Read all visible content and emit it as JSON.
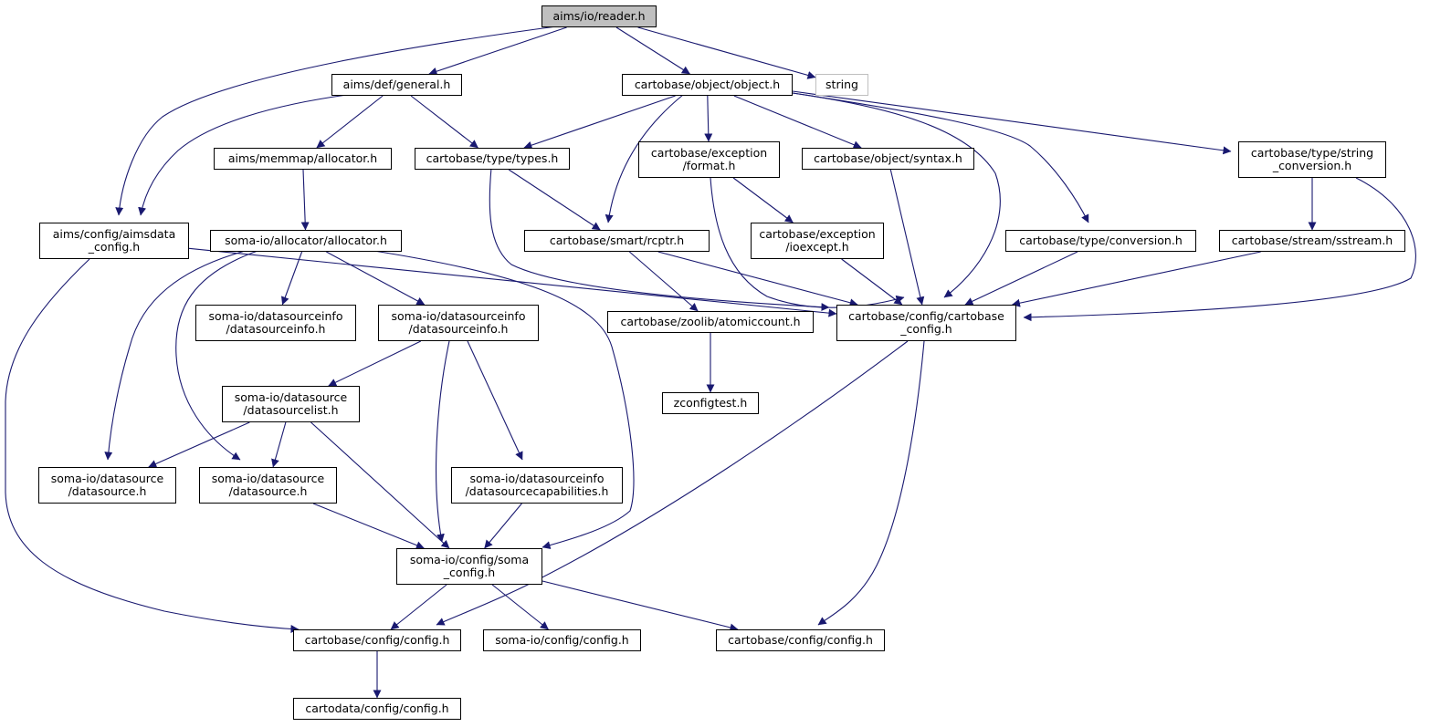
{
  "edge_color": "#191970",
  "root_fill": "#bfbfbf",
  "external_border": "#bfbfbf",
  "nodes": [
    {
      "id": "reader",
      "label": "aims/io/reader.h",
      "role": "root"
    },
    {
      "id": "general",
      "label": "aims/def/general.h"
    },
    {
      "id": "object",
      "label": "cartobase/object/object.h"
    },
    {
      "id": "string",
      "label": "string",
      "role": "external"
    },
    {
      "id": "allocator_mm",
      "label": "aims/memmap/allocator.h"
    },
    {
      "id": "types",
      "label": "cartobase/type/types.h"
    },
    {
      "id": "format",
      "label": "cartobase/exception\n/format.h"
    },
    {
      "id": "syntax",
      "label": "cartobase/object/syntax.h"
    },
    {
      "id": "string_conv",
      "label": "cartobase/type/string\n_conversion.h"
    },
    {
      "id": "aimsdata_config",
      "label": "aims/config/aimsdata\n_config.h"
    },
    {
      "id": "soma_allocator",
      "label": "soma-io/allocator/allocator.h"
    },
    {
      "id": "rcptr",
      "label": "cartobase/smart/rcptr.h"
    },
    {
      "id": "ioexcept",
      "label": "cartobase/exception\n/ioexcept.h"
    },
    {
      "id": "conversion",
      "label": "cartobase/type/conversion.h"
    },
    {
      "id": "sstream",
      "label": "cartobase/stream/sstream.h"
    },
    {
      "id": "dsi_a",
      "label": "soma-io/datasourceinfo\n/datasourceinfo.h"
    },
    {
      "id": "dsi_b",
      "label": "soma-io/datasourceinfo\n/datasourceinfo.h"
    },
    {
      "id": "atomiccount",
      "label": "cartobase/zoolib/atomiccount.h"
    },
    {
      "id": "cartobase_config",
      "label": "cartobase/config/cartobase\n_config.h"
    },
    {
      "id": "zconfigtest",
      "label": "zconfigtest.h"
    },
    {
      "id": "dslist",
      "label": "soma-io/datasource\n/datasourcelist.h"
    },
    {
      "id": "ds_a",
      "label": "soma-io/datasource\n/datasource.h"
    },
    {
      "id": "ds_b",
      "label": "soma-io/datasource\n/datasource.h"
    },
    {
      "id": "dscap",
      "label": "soma-io/datasourceinfo\n/datasourcecapabilities.h"
    },
    {
      "id": "soma_config",
      "label": "soma-io/config/soma\n_config.h"
    },
    {
      "id": "cb_config_a",
      "label": "cartobase/config/config.h"
    },
    {
      "id": "soma_cfg",
      "label": "soma-io/config/config.h"
    },
    {
      "id": "cb_config_b",
      "label": "cartobase/config/config.h"
    },
    {
      "id": "cd_config",
      "label": "cartodata/config/config.h"
    }
  ],
  "edges": [
    [
      "reader",
      "general"
    ],
    [
      "reader",
      "aimsdata_config"
    ],
    [
      "reader",
      "object"
    ],
    [
      "reader",
      "string"
    ],
    [
      "general",
      "aimsdata_config"
    ],
    [
      "general",
      "allocator_mm"
    ],
    [
      "general",
      "types"
    ],
    [
      "object",
      "types"
    ],
    [
      "object",
      "rcptr"
    ],
    [
      "object",
      "format"
    ],
    [
      "object",
      "syntax"
    ],
    [
      "object",
      "cartobase_config"
    ],
    [
      "object",
      "conversion"
    ],
    [
      "object",
      "string_conv"
    ],
    [
      "allocator_mm",
      "soma_allocator"
    ],
    [
      "types",
      "rcptr"
    ],
    [
      "types",
      "cartobase_config"
    ],
    [
      "format",
      "ioexcept"
    ],
    [
      "format",
      "cartobase_config"
    ],
    [
      "syntax",
      "cartobase_config"
    ],
    [
      "string_conv",
      "sstream"
    ],
    [
      "string_conv",
      "cartobase_config"
    ],
    [
      "aimsdata_config",
      "cartobase_config"
    ],
    [
      "aimsdata_config",
      "cb_config_a"
    ],
    [
      "soma_allocator",
      "dsi_a"
    ],
    [
      "soma_allocator",
      "dsi_b"
    ],
    [
      "soma_allocator",
      "ds_a"
    ],
    [
      "soma_allocator",
      "ds_b"
    ],
    [
      "soma_allocator",
      "soma_config"
    ],
    [
      "rcptr",
      "atomiccount"
    ],
    [
      "rcptr",
      "cartobase_config"
    ],
    [
      "ioexcept",
      "cartobase_config"
    ],
    [
      "conversion",
      "cartobase_config"
    ],
    [
      "sstream",
      "cartobase_config"
    ],
    [
      "dsi_b",
      "dslist"
    ],
    [
      "dsi_b",
      "dscap"
    ],
    [
      "dsi_b",
      "soma_config"
    ],
    [
      "atomiccount",
      "zconfigtest"
    ],
    [
      "cartobase_config",
      "cb_config_a"
    ],
    [
      "cartobase_config",
      "cb_config_b"
    ],
    [
      "dslist",
      "ds_a"
    ],
    [
      "dslist",
      "ds_b"
    ],
    [
      "dslist",
      "soma_config"
    ],
    [
      "ds_b",
      "soma_config"
    ],
    [
      "dscap",
      "soma_config"
    ],
    [
      "soma_config",
      "cb_config_a"
    ],
    [
      "soma_config",
      "soma_cfg"
    ],
    [
      "soma_config",
      "cb_config_b"
    ],
    [
      "cb_config_a",
      "cd_config"
    ]
  ]
}
